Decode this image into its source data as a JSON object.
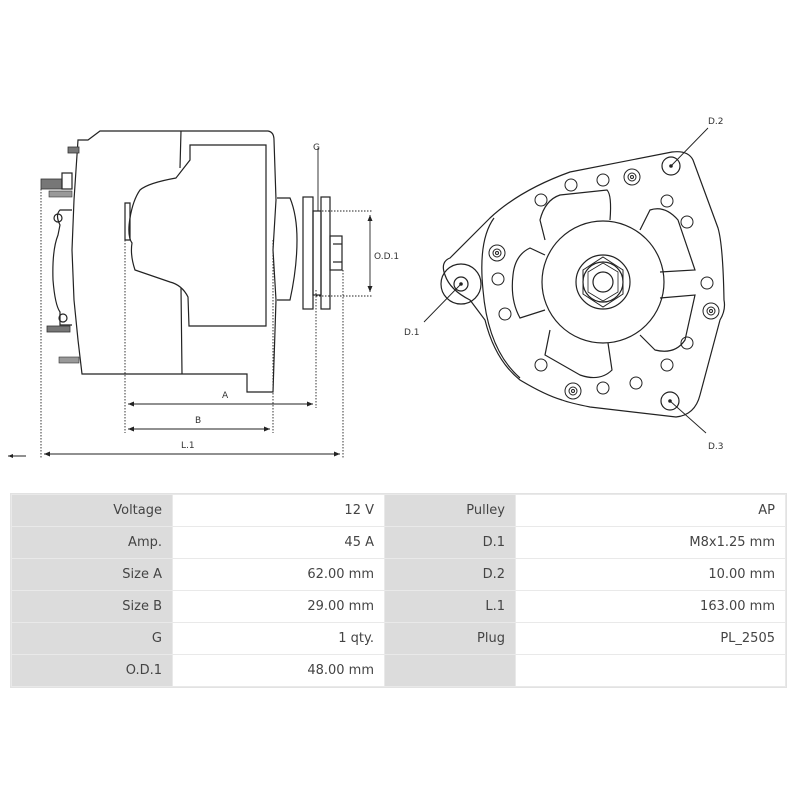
{
  "drawing": {
    "side_view_labels": {
      "g": "G",
      "od1": "O.D.1",
      "a": "A",
      "b": "B",
      "l1": "L.1"
    },
    "front_view_labels": {
      "d1": "D.1",
      "d2": "D.2",
      "d3": "D.3"
    }
  },
  "specs": {
    "rows": [
      {
        "label_left": "Voltage",
        "value_left": "12 V",
        "label_right": "Pulley",
        "value_right": "AP"
      },
      {
        "label_left": "Amp.",
        "value_left": "45 A",
        "label_right": "D.1",
        "value_right": "M8x1.25 mm"
      },
      {
        "label_left": "Size A",
        "value_left": "62.00 mm",
        "label_right": "D.2",
        "value_right": "10.00 mm"
      },
      {
        "label_left": "Size B",
        "value_left": "29.00 mm",
        "label_right": "L.1",
        "value_right": "163.00 mm"
      },
      {
        "label_left": "G",
        "value_left": "1 qty.",
        "label_right": "Plug",
        "value_right": "PL_2505"
      },
      {
        "label_left": "O.D.1",
        "value_left": "48.00 mm",
        "label_right": "",
        "value_right": ""
      }
    ]
  }
}
